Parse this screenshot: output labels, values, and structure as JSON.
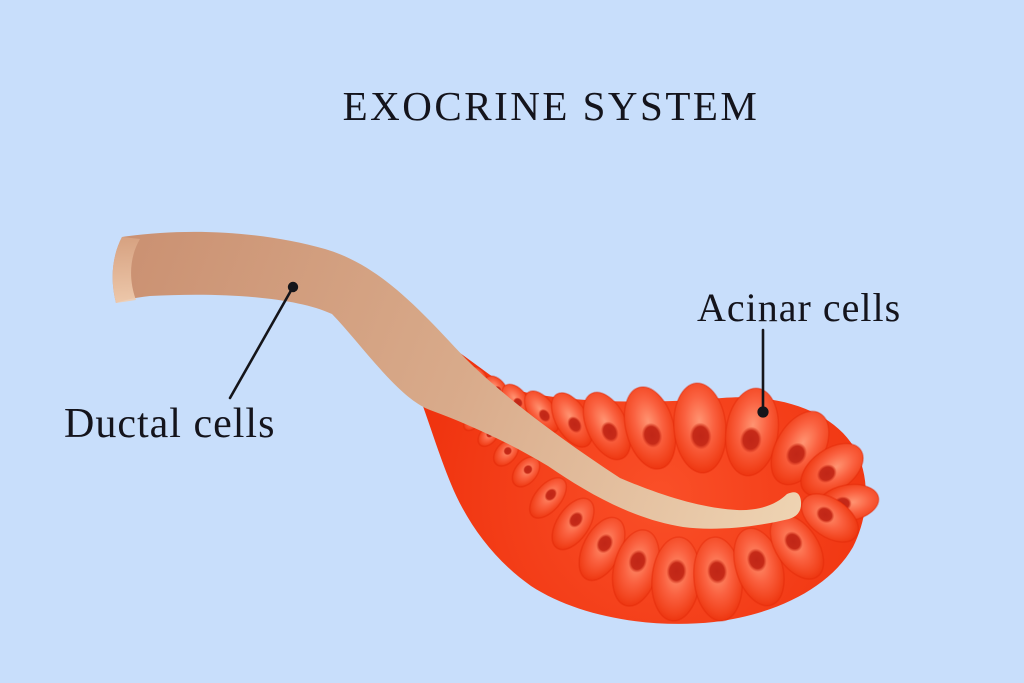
{
  "background_color": "#c8defb",
  "title": {
    "text": "EXOCRINE SYSTEM",
    "color": "#14141c"
  },
  "labels": {
    "ductal": {
      "text": "Ductal cells"
    },
    "acinar": {
      "text": "Acinar cells"
    }
  },
  "annotation": {
    "line_color": "#15151a"
  },
  "colors": {
    "acinus_core": "#ee2f0b",
    "acinus_light": "#fa4f28",
    "cell_highlight": "#ff9472",
    "cell_edge": "#eb2f0a",
    "nucleus": "#c02617",
    "duct_dark": "#cb9273",
    "duct_mid": "#d9ab8b",
    "duct_light": "#eed3b2",
    "duct_cut_face": "#f0cdb0"
  }
}
